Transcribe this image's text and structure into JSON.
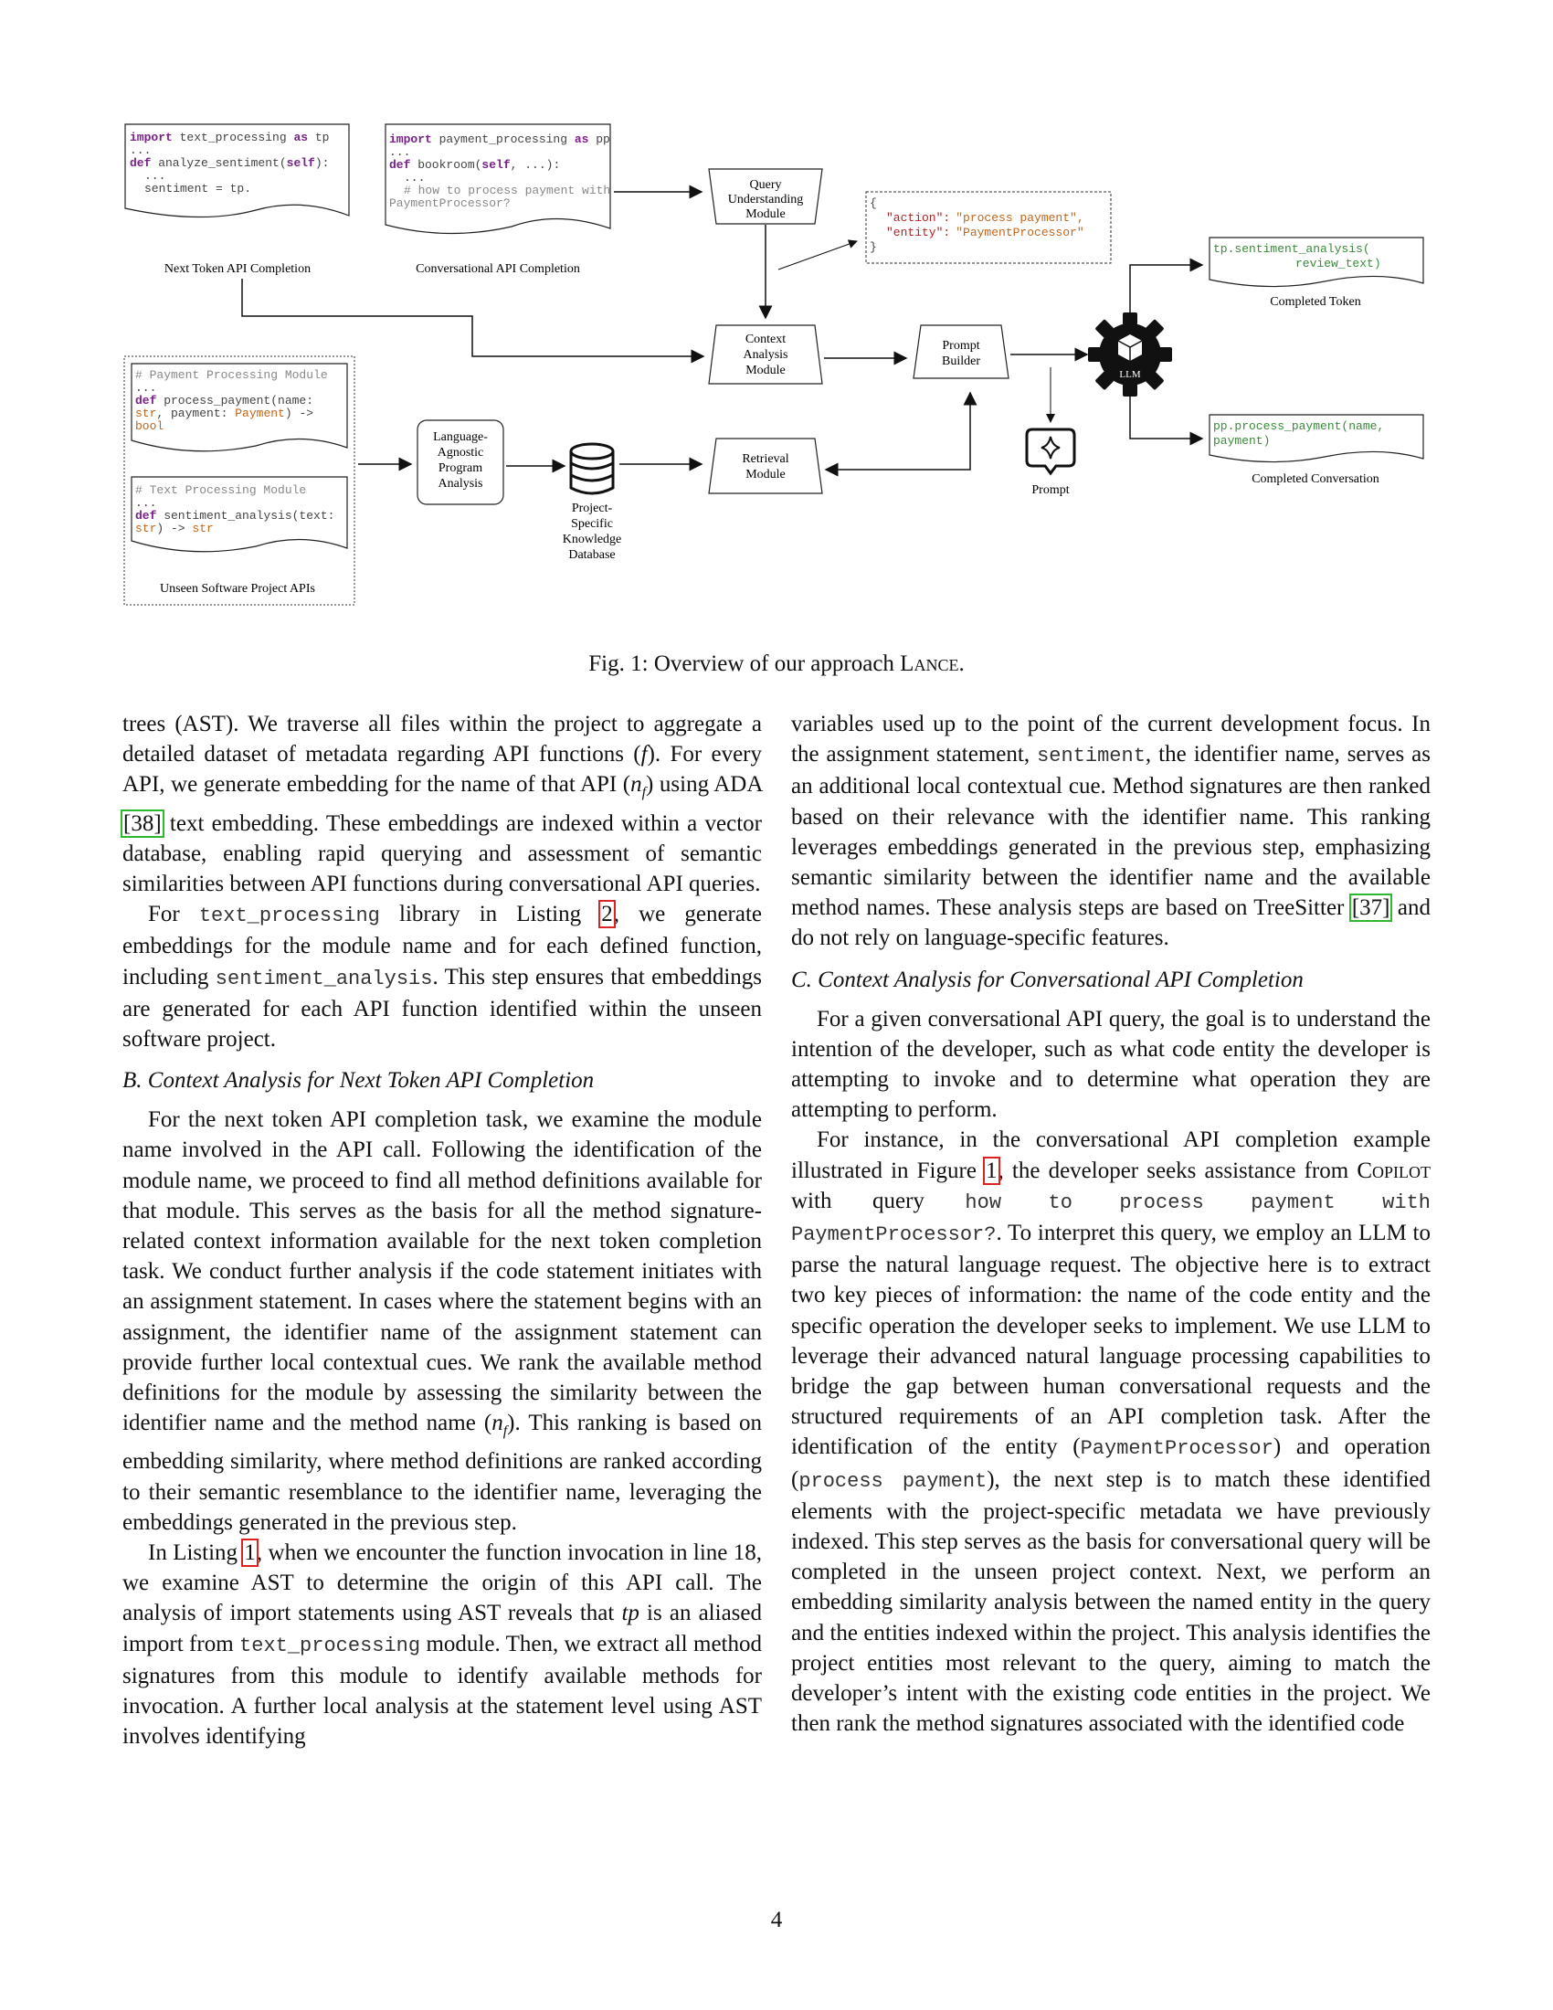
{
  "figure": {
    "doc_left": {
      "line1": "import text_processing as tp",
      "line2": "...",
      "line3": "def analyze_sentiment(self):",
      "line4": "...",
      "line5": "sentiment = tp.",
      "label": "Next Token API Completion"
    },
    "doc_mid": {
      "line1": "import payment_processing as pp",
      "line2": "...",
      "line3": "def bookroom(self, ...):",
      "line4": "...",
      "line5": "# how to process payment with",
      "line6": "PaymentProcessor?",
      "label": "Conversational API Completion"
    },
    "query_module": [
      "Query",
      "Understanding",
      "Module"
    ],
    "json_box": {
      "open": "{",
      "action_key": "\"action\":",
      "action_val": "\"process payment\",",
      "entity_key": "\"entity\":",
      "entity_val": "\"PaymentProcessor\"",
      "close": "}"
    },
    "context_module": [
      "Context",
      "Analysis",
      "Module"
    ],
    "prompt_builder": [
      "Prompt",
      "Builder"
    ],
    "llm_label": "LLM",
    "completed_token": {
      "code1": "tp.sentiment_analysis(",
      "code2": "review_text)",
      "label": "Completed Token"
    },
    "completed_conv": {
      "code1": "pp.process_payment(name,",
      "code2": "payment)",
      "label": "Completed Conversation"
    },
    "payment_module": {
      "line1": "# Payment Processing Module",
      "line2": "...",
      "line3": "def process_payment(name:",
      "line4": "str, payment: Payment) ->",
      "line5": "bool"
    },
    "text_module": {
      "line1": "# Text Processing Module",
      "line2": "...",
      "line3": "def sentiment_analysis(text:",
      "line4": "str) -> str"
    },
    "unseen_label": "Unseen Software Project APIs",
    "lang_agnostic": [
      "Language-",
      "Agnostic",
      "Program",
      "Analysis"
    ],
    "database": [
      "Project-",
      "Specific",
      "Knowledge",
      "Database"
    ],
    "retrieval": [
      "Retrieval",
      "Module"
    ],
    "prompt_label": "Prompt"
  },
  "caption": {
    "prefix": "Fig. 1: Overview of our approach ",
    "name": "Lance",
    "suffix": "."
  },
  "left": {
    "p1a": "trees (AST). We traverse all files within the project to aggregate a detailed dataset of metadata regarding API functions (",
    "p1_f": "f",
    "p1b": "). For every API, we generate embedding for the name of that API (",
    "p1_nf": "n",
    "p1_sub": "f",
    "p1c": ") using ADA ",
    "p1_cite": "[38]",
    "p1d": " text embedding. These embeddings are indexed within a vector database, enabling rapid querying and assessment of semantic similarities between API functions during conversational API queries.",
    "p2a": "For ",
    "p2_code1": "text_processing",
    "p2b": " library in Listing ",
    "p2_ref": "2",
    "p2c": ", we generate embeddings for the module name and for each defined function, including ",
    "p2_code2": "sentiment_analysis",
    "p2d": ". This step ensures that embeddings are generated for each API function identified within the unseen software project.",
    "h_b": "B.  Context Analysis for Next Token API Completion",
    "p3a": "For the next token API completion task, we examine the module name involved in the API call. Following the identification of the module name, we proceed to find all method definitions available for that module. This serves as the basis for all the method signature-related context information available for the next token completion task. We conduct further analysis if the code statement initiates with an assignment statement. In cases where the statement begins with an assignment, the identifier name of the assignment statement can provide further local contextual cues. We rank the available method definitions for the module by assessing the similarity between the identifier name and the method name (",
    "p3_nf": "n",
    "p3_sub": "f",
    "p3b": "). This ranking is based on embedding similarity, where method definitions are ranked according to their semantic resemblance to the identifier name, leveraging the embeddings generated in the previous step.",
    "p4a": "In Listing ",
    "p4_ref": "1",
    "p4b": ", when we encounter the function invocation in line 18, we examine AST to determine the origin of this API call. The analysis of import statements using AST reveals that ",
    "p4_tp": "tp",
    "p4c": " is an aliased import from ",
    "p4_code": "text_processing",
    "p4d": " module. Then, we extract all method signatures from this module to identify available methods for invocation. A further local analysis at the statement level using AST involves identifying"
  },
  "right": {
    "p1a": "variables used up to the point of the current development focus. In the assignment statement, ",
    "p1_code": "sentiment",
    "p1b": ", the identifier name, serves as an additional local contextual cue. Method signatures are then ranked based on their relevance with the identifier name. This ranking leverages embeddings generated in the previous step, emphasizing semantic similarity between the identifier name and the available method names. These analysis steps are based on TreeSitter ",
    "p1_cite": "[37]",
    "p1c": " and do not rely on language-specific features.",
    "h_c": "C.  Context Analysis for Conversational API Completion",
    "p2": "For a given conversational API query, the goal is to understand the intention of the developer, such as what code entity the developer is attempting to invoke and to determine what operation they are attempting to perform.",
    "p3a": "For instance, in the conversational API completion example illustrated in Figure ",
    "p3_ref": "1",
    "p3b": ", the developer seeks assistance from ",
    "p3_copilot": "Copilot",
    "p3c": " with query ",
    "p3_code": "how to process payment with PaymentProcessor?",
    "p3d": ". To interpret this query, we employ an LLM to parse the natural language request. The objective here is to extract two key pieces of information: the name of the code entity and the specific operation the developer seeks to implement. We use LLM to leverage their advanced natural language processing capabilities to bridge the gap between human conversational requests and the structured requirements of an API completion task. After the identification of the entity (",
    "p3_code2": "PaymentProcessor",
    "p3e": ") and operation (",
    "p3_code3": "process payment",
    "p3f": "), the next step is to match these identified elements with the project-specific metadata we have previously indexed. This step serves as the basis for conversational query will be completed in the unseen project context. Next, we perform an embedding similarity analysis between the named entity in the query and the entities indexed within the project. This analysis identifies the project entities most relevant to the query, aiming to match the developer’s intent with the existing code entities in the project. We then rank the method signatures associated with the identified code"
  },
  "page_number": "4",
  "colors": {
    "keyword": "#7a1f8c",
    "string": "#c4651a",
    "comment": "#888888",
    "green_code": "#3a8a3a",
    "cite_green": "#2eb82e",
    "ref_red": "#dd2222"
  }
}
